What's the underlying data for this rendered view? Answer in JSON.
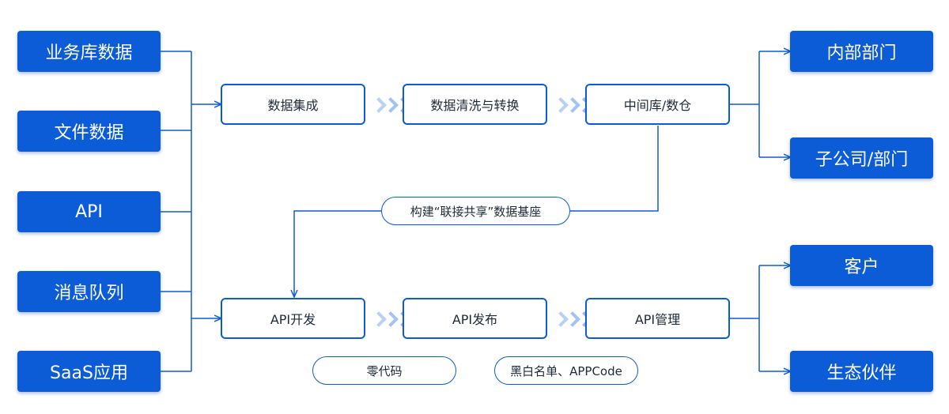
{
  "sources": [
    "业务库数据",
    "文件数据",
    "API",
    "消息队列",
    "SaaS应用"
  ],
  "pipeline_top": [
    "数据集成",
    "数据清洗与转换",
    "中间库/数仓"
  ],
  "pipeline_bottom": [
    "API开发",
    "API发布",
    "API管理"
  ],
  "hub_label": "构建“联接共享”数据基座",
  "targets_top": [
    "内部部门",
    "子公司/部门"
  ],
  "targets_bottom": [
    "客户",
    "生态伙伴"
  ],
  "features": [
    "零代码",
    "黑白名单、APPCode"
  ],
  "colors": {
    "primary": "#0b5cd6",
    "chevron": "#8fb6ef",
    "text": "#1e2a3a"
  }
}
